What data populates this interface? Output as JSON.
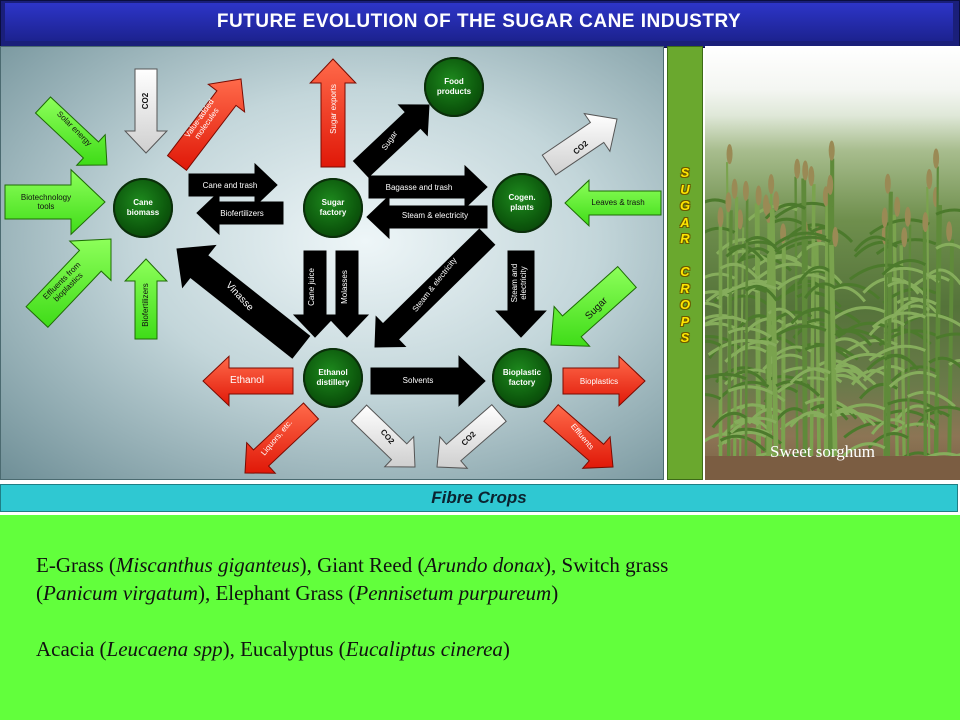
{
  "title": "FUTURE EVOLUTION OF THE SUGAR CANE INDUSTRY",
  "nodes": {
    "cane_biomass": "Cane\nbiomass",
    "sugar_factory": "Sugar\nfactory",
    "food_products": "Food\nproducts",
    "cogen_plants": "Cogen.\nplants",
    "ethanol_distillery": "Ethanol\ndistillery",
    "bioplastic_factory": "Bioplastic\nfactory"
  },
  "arrows": {
    "solar_energy": "Solar energy",
    "biotechnology_tools": "Biotechnology\ntools",
    "effluents_from_bioplastics": "Effluents from\nbioplastics",
    "co2_cane": "CO2",
    "value_added_molecules": "Value-added\nmolecules",
    "biofertilizers_vertical": "Biofertilizers",
    "cane_and_trash": "Cane and trash",
    "biofertilizers": "Biofertilizers",
    "sugar_exports": "Sugar exports",
    "sugar": "Sugar",
    "bagasse_and_trash": "Bagasse and trash",
    "steam_and_electricity": "Steam & electricity",
    "co2_cogen": "CO2",
    "leaves_and_trash": "Leaves & trash",
    "vinasse": "Vinasse",
    "cane_juice": "Cane juice",
    "molasses": "Molasses",
    "steam_electricity_diag": "Steam & electricity",
    "steam_and_electricity_vertical": "Steam and\nelectricity",
    "sugar_green": "Sugar",
    "ethanol": "Ethanol",
    "solvents": "Solvents",
    "bioplastics": "Bioplastics",
    "liquors_etc": "Liquors, etc.",
    "co2_ethanol": "CO2",
    "co2_bioplastic": "CO2",
    "effluents": "Effluents"
  },
  "sugar_crops": {
    "label": "SUGAR CROPS",
    "letters": "S\nU\nG\nA\nR\n\nC\nR\nO\nP\nS"
  },
  "photo_caption": "Sweet sorghum",
  "fibre": {
    "heading": "Fibre Crops",
    "p1_a": "E-Grass (",
    "p1_b": "Miscanthus giganteus",
    "p1_c": "), Giant Reed (",
    "p1_d": "Arundo donax",
    "p1_e": "), Switch grass",
    "p1_f": "(",
    "p1_g": "Panicum virgatum",
    "p1_h": "), Elephant Grass (",
    "p1_i": "Pennisetum purpureum",
    "p1_j": ")",
    "p2_a": "Acacia (",
    "p2_b": "Leucaena spp",
    "p2_c": "), Eucalyptus (",
    "p2_d": "Eucaliptus cinerea",
    "p2_e": ")"
  },
  "colors": {
    "red_arrow": "#ff2a1a",
    "green_arrow": "#5cff2e",
    "black_arrow": "#000000",
    "grey_arrow": "#f2f2f2",
    "node_green": "#0d5a0d",
    "title_blue": "#1f26a8",
    "fibre_cyan": "#2fc8d2",
    "fibre_green": "#62ff3c"
  }
}
